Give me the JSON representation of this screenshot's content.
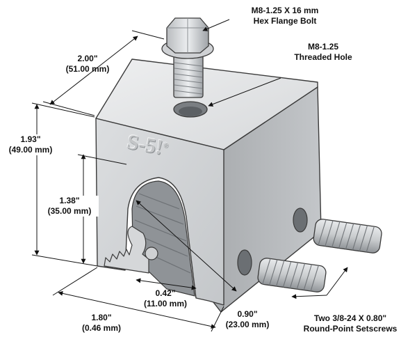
{
  "brand": {
    "logo_text": "S-5!",
    "logo_sup": "®"
  },
  "callouts": {
    "bolt": {
      "line1": "M8-1.25 X 16 mm",
      "line2": "Hex Flange Bolt"
    },
    "threaded_hole": {
      "line1": "M8-1.25",
      "line2": "Threaded Hole"
    },
    "setscrews": {
      "line1": "Two 3/8-24 X 0.80\"",
      "line2": "Round-Point Setscrews"
    }
  },
  "dimensions": {
    "depth": {
      "imperial": "2.00\"",
      "metric": "(51.00 mm)"
    },
    "height": {
      "imperial": "1.93\"",
      "metric": "(49.00 mm)"
    },
    "slot_height": {
      "imperial": "1.38\"",
      "metric": "(35.00 mm)"
    },
    "width": {
      "imperial": "1.80\"",
      "metric": "(0.46 mm)"
    },
    "slot_gap": {
      "imperial": "0.42\"",
      "metric": "(11.00 mm)"
    },
    "slot_width": {
      "imperial": "0.90\"",
      "metric": "(23.00 mm)"
    }
  },
  "colors": {
    "metal_front": "#d2d4d6",
    "metal_top": "#e4e5e7",
    "metal_side": "#b3b6b9",
    "outline": "#3a3a3a",
    "dim_line": "#111111"
  }
}
